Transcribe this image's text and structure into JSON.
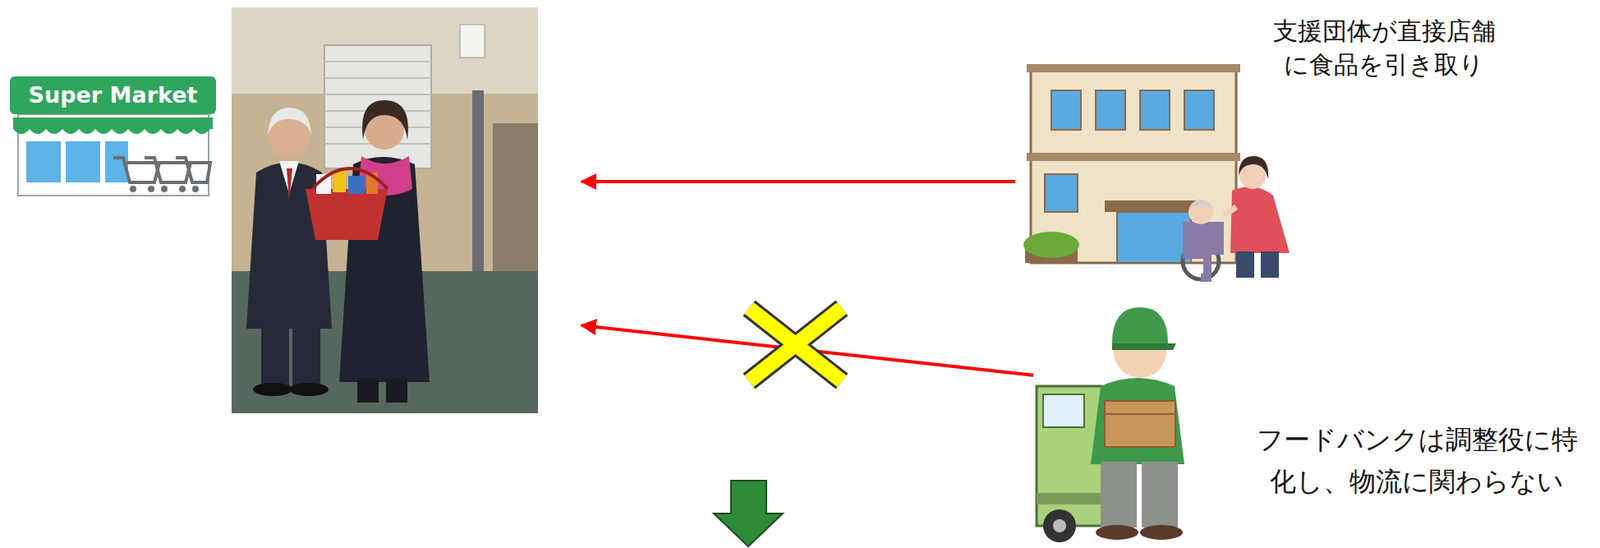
{
  "diagram": {
    "nodes": [
      {
        "text": [
          "Super Market"
        ]
      },
      {
        "text": [
          "支援団体が直接店舗 に食品を引き取り"
        ]
      },
      {
        "text": [
          "フードバンクは調整役に特 化し、物流に関わらない"
        ]
      }
    ],
    "edges": [
      {
        "from": 1,
        "to": 0,
        "arrow": "to"
      },
      {
        "from": 2,
        "to": 0,
        "arrow": "to"
      }
    ]
  }
}
